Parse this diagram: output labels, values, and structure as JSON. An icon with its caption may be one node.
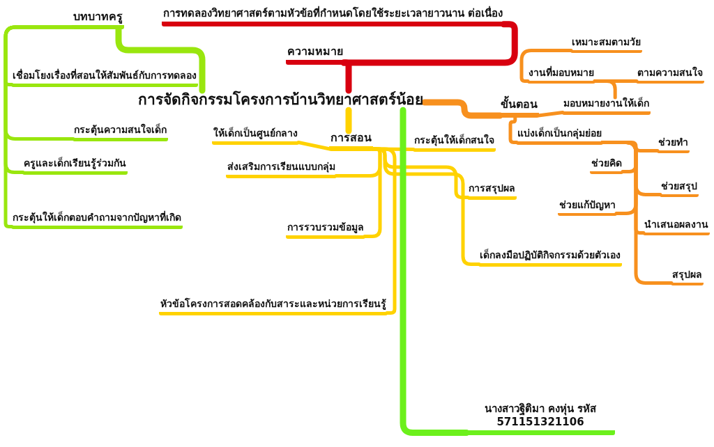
{
  "diagram": {
    "nodes": [
      {
        "text": [
          "การจัดกิจกรรมโครงการบ้านวิทยาศาสตร์น้อย"
        ]
      },
      {
        "text": [
          "ความหมาย"
        ]
      },
      {
        "text": [
          "การทดลองวิทยาศาสตร์ตามหัวข้อที่กำหนดโดยใช้ระยะเวลายาวนาน ต่อเนื่อง"
        ]
      },
      {
        "text": [
          "บทบาทครู"
        ]
      },
      {
        "text": [
          "เชื่อมโยงเรื่องที่สอนให้สัมพันธ์กับการทดลอง"
        ]
      },
      {
        "text": [
          "กระตุ้นความสนใจเด็ก"
        ]
      },
      {
        "text": [
          "ครูและเด็กเรียนรู้ร่วมกัน"
        ]
      },
      {
        "text": [
          "กระตุ้นให้เด็กตอบคำถามจากปัญหาที่เกิด"
        ]
      },
      {
        "text": [
          "การสอน"
        ]
      },
      {
        "text": [
          "ให้เด็กเป็นศูนย์กลาง"
        ]
      },
      {
        "text": [
          "ส่งเสริมการเรียนแบบกลุ่ม"
        ]
      },
      {
        "text": [
          "กระตุ้นให้เด็กสนใจ"
        ]
      },
      {
        "text": [
          "การสรุปผล"
        ]
      },
      {
        "text": [
          "การรวบรวมข้อมูล"
        ]
      },
      {
        "text": [
          "เด็กลงมือปฏิบัติกิจกรรมด้วยตัวเอง"
        ]
      },
      {
        "text": [
          "หัวข้อโครงการสอดคล้องกับสาระและหน่วยการเรียนรู้"
        ]
      },
      {
        "text": [
          "ขั้นตอน"
        ]
      },
      {
        "text": [
          "มอบหมายงานให้เด็ก"
        ]
      },
      {
        "text": [
          "งานที่มอบหมาย"
        ]
      },
      {
        "text": [
          "เหมาะสมตามวัย"
        ]
      },
      {
        "text": [
          "ตามความสนใจ"
        ]
      },
      {
        "text": [
          "แบ่งเด็กเป็นกลุ่มย่อย"
        ]
      },
      {
        "text": [
          "ช่วยทำ"
        ]
      },
      {
        "text": [
          "ช่วยคิด"
        ]
      },
      {
        "text": [
          "ช่วยสรุป"
        ]
      },
      {
        "text": [
          "ช่วยแก้ปัญหา"
        ]
      },
      {
        "text": [
          "นำเสนอผลงาน"
        ]
      },
      {
        "text": [
          "สรุปผล"
        ]
      },
      {
        "text": [
          "นางสาวฐิติมา คงหุ่น รหัส 571151321106"
        ]
      }
    ],
    "edges": [
      {
        "from": 0,
        "to": 1,
        "arrow": "none",
        "style": "thick",
        "color": "#d8000f"
      },
      {
        "from": 1,
        "to": 2,
        "arrow": "none",
        "style": "thick",
        "color": "#d8000f"
      },
      {
        "from": 0,
        "to": 3,
        "arrow": "none",
        "style": "thick",
        "color": "#99e60e"
      },
      {
        "from": 3,
        "to": 4,
        "arrow": "none",
        "color": "#99e60e"
      },
      {
        "from": 3,
        "to": 5,
        "arrow": "none",
        "color": "#99e60e"
      },
      {
        "from": 3,
        "to": 6,
        "arrow": "none",
        "color": "#99e60e"
      },
      {
        "from": 3,
        "to": 7,
        "arrow": "none",
        "color": "#99e60e"
      },
      {
        "from": 0,
        "to": 8,
        "arrow": "none",
        "style": "thick",
        "color": "#ffd200"
      },
      {
        "from": 8,
        "to": 9,
        "arrow": "none",
        "color": "#ffd200"
      },
      {
        "from": 8,
        "to": 10,
        "arrow": "none",
        "color": "#ffd200"
      },
      {
        "from": 8,
        "to": 11,
        "arrow": "none",
        "color": "#ffd200"
      },
      {
        "from": 8,
        "to": 12,
        "arrow": "none",
        "color": "#ffd200"
      },
      {
        "from": 8,
        "to": 13,
        "arrow": "none",
        "color": "#ffd200"
      },
      {
        "from": 8,
        "to": 14,
        "arrow": "none",
        "color": "#ffd200"
      },
      {
        "from": 8,
        "to": 15,
        "arrow": "none",
        "color": "#ffd200"
      },
      {
        "from": 0,
        "to": 16,
        "arrow": "none",
        "style": "thick",
        "color": "#f7901e"
      },
      {
        "from": 16,
        "to": 17,
        "arrow": "none",
        "color": "#f7901e"
      },
      {
        "from": 17,
        "to": 18,
        "arrow": "none",
        "color": "#f7901e"
      },
      {
        "from": 18,
        "to": 19,
        "arrow": "none",
        "color": "#f7901e"
      },
      {
        "from": 18,
        "to": 20,
        "arrow": "none",
        "color": "#f7901e"
      },
      {
        "from": 16,
        "to": 21,
        "arrow": "none",
        "color": "#f7901e"
      },
      {
        "from": 21,
        "to": 22,
        "arrow": "none",
        "color": "#f7901e"
      },
      {
        "from": 21,
        "to": 23,
        "arrow": "none",
        "color": "#f7901e"
      },
      {
        "from": 21,
        "to": 24,
        "arrow": "none",
        "color": "#f7901e"
      },
      {
        "from": 21,
        "to": 25,
        "arrow": "none",
        "color": "#f7901e"
      },
      {
        "from": 21,
        "to": 26,
        "arrow": "none",
        "color": "#f7901e"
      },
      {
        "from": 21,
        "to": 27,
        "arrow": "none",
        "color": "#f7901e"
      },
      {
        "from": 0,
        "to": 28,
        "arrow": "none",
        "style": "thick",
        "color": "#6cf01c"
      }
    ]
  }
}
